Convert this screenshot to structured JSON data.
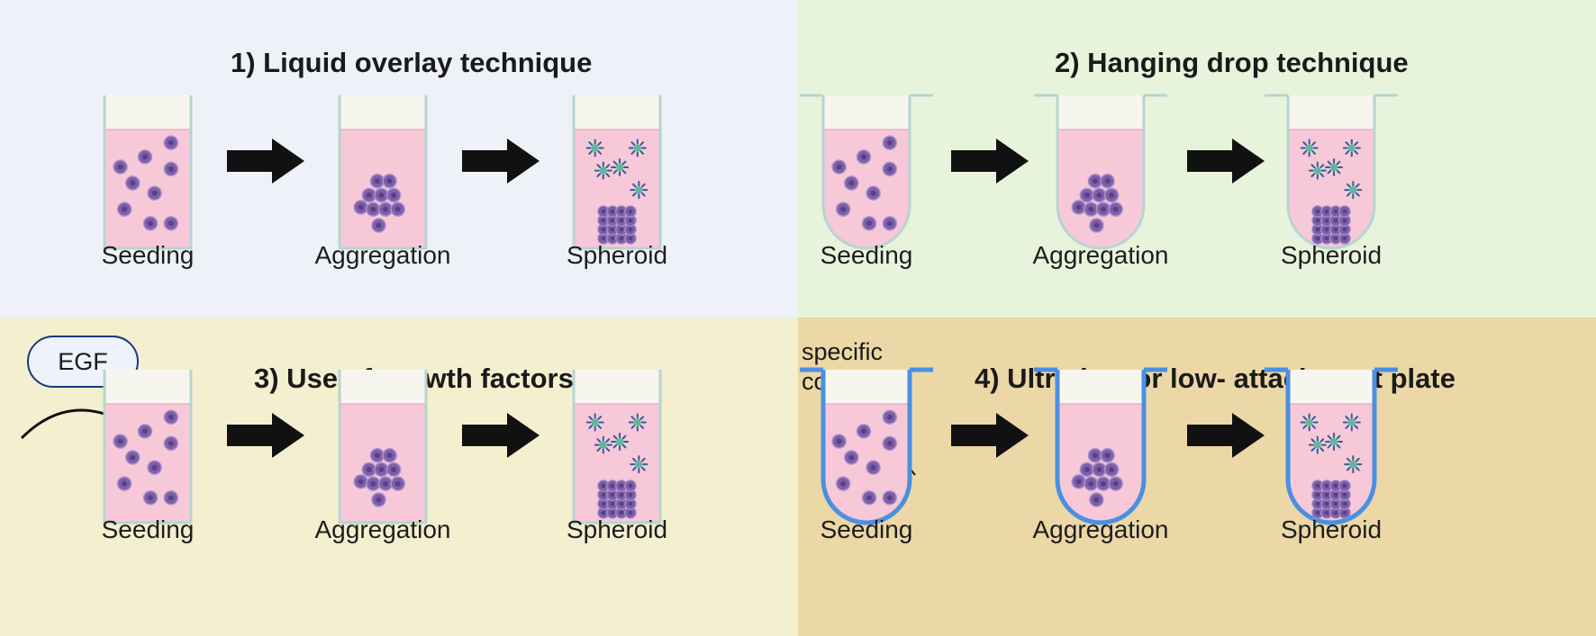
{
  "panels": [
    {
      "id": "p1",
      "title": "1) Liquid overlay technique",
      "well_type": "flat",
      "background": "#eef2f8"
    },
    {
      "id": "p2",
      "title": "2) Hanging drop technique",
      "well_type": "round",
      "background": "#e8f3dc"
    },
    {
      "id": "p3",
      "title": "3) Use of growth factors",
      "well_type": "flat",
      "background": "#f3efcf"
    },
    {
      "id": "p4",
      "title": "4) Ultra-low or low- attachment plate",
      "well_type": "coated",
      "background": "#ecd7a6"
    }
  ],
  "steps": [
    "Seeding",
    "Aggregation",
    "Spheroid"
  ],
  "growth_factor_label": "EGF",
  "coating_label": {
    "line1": "specific",
    "line2": "coatting"
  },
  "colors": {
    "medium": "#f7c8d8",
    "headspace": "#f6f6ee",
    "well_wall": "#b8d4d0",
    "coating": "#4a90e2",
    "cell": "#7e5fa8",
    "cell_nucleus": "#5a3f86",
    "arrow": "#111111",
    "signal_cell": "#5fb89a"
  }
}
